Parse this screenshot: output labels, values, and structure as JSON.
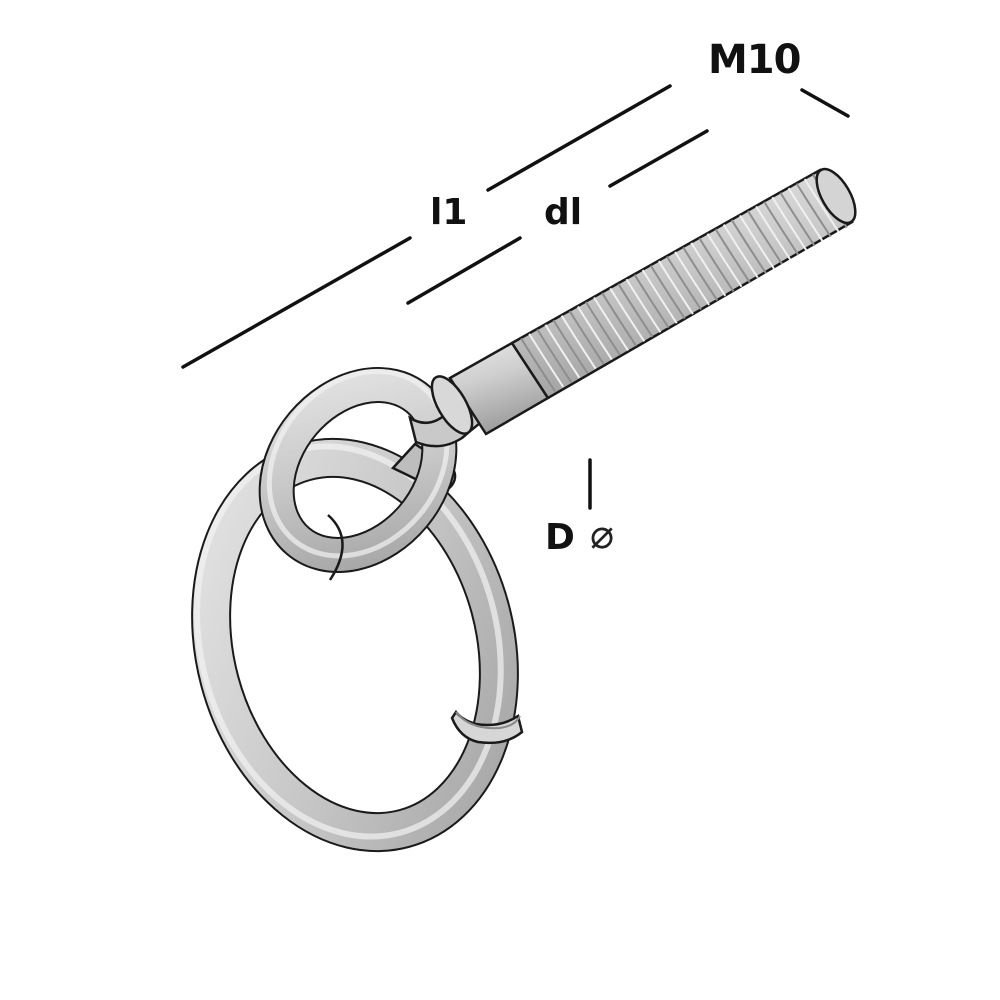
{
  "labels": {
    "thread_size": "M10",
    "total_length": "l1",
    "thread_length": "dl",
    "ring_diameter": "D",
    "diameter_symbol": "⌀"
  },
  "colors": {
    "metal": "#c9c9c9",
    "metal_highlight": "#eeeeee",
    "metal_shadow": "#9a9a9a",
    "outline": "#1a1a1a",
    "dimension_line": "#111111"
  }
}
